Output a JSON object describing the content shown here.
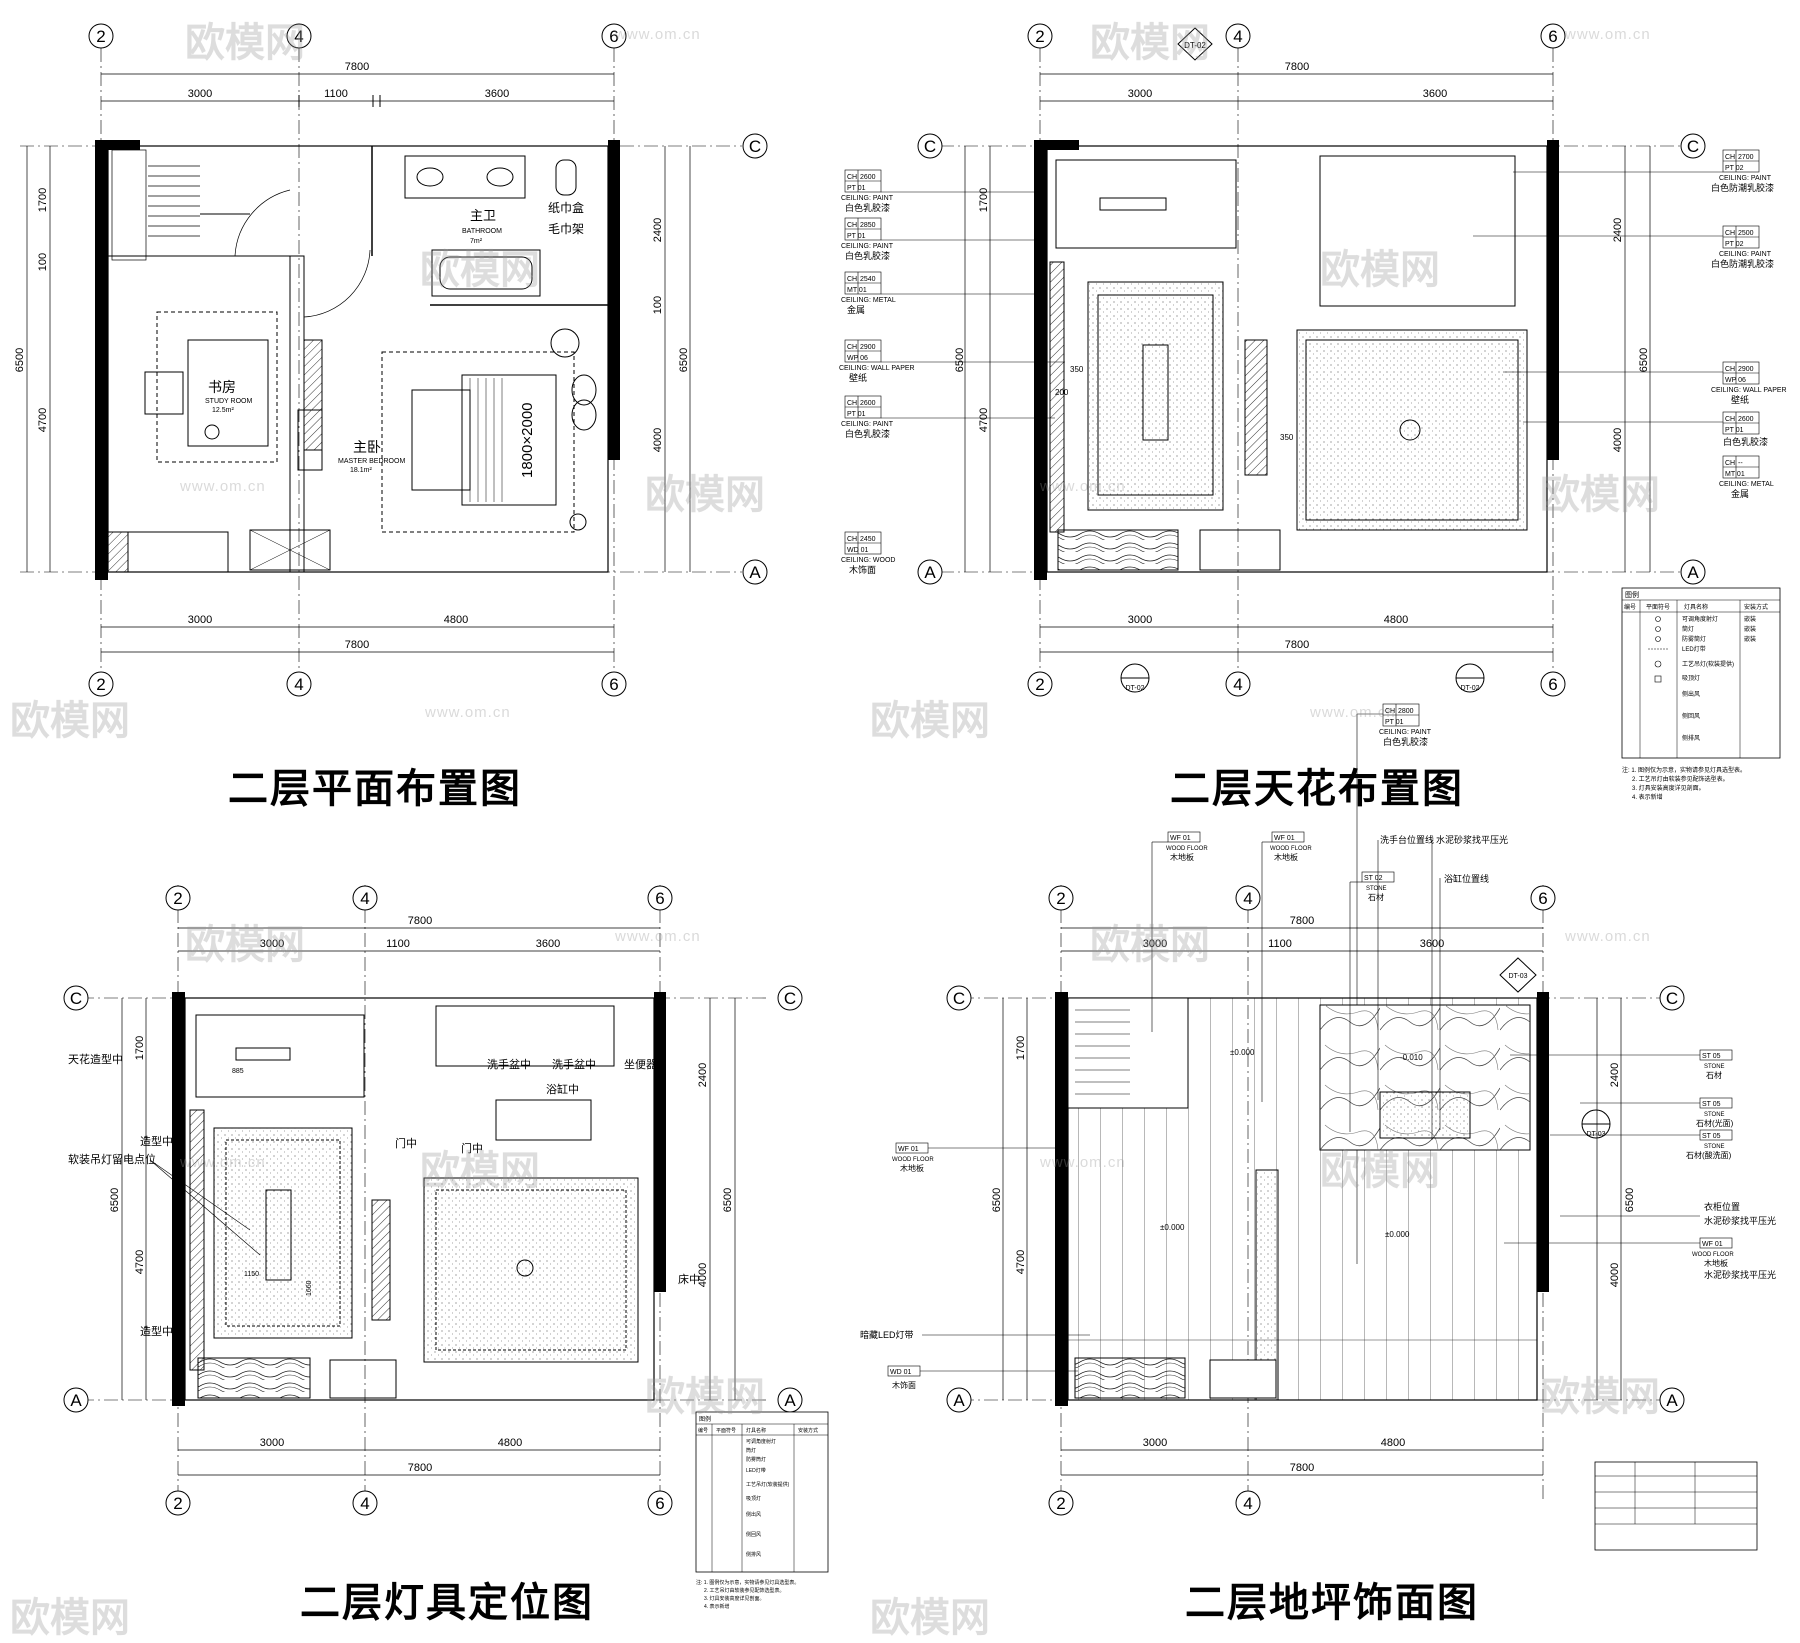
{
  "titles": {
    "plan": "二层平面布置图",
    "ceiling": "二层天花布置图",
    "lighting": "二层灯具定位图",
    "floor": "二层地坪饰面图"
  },
  "watermark": {
    "brand": "欧模网",
    "url": "www.om.cn"
  },
  "grid": {
    "g2": "2",
    "g4": "4",
    "g6": "6",
    "gC": "C",
    "gA": "A"
  },
  "dims": {
    "total": "7800",
    "d3000": "3000",
    "d1100": "1100",
    "d3600": "3600",
    "d4800": "4800",
    "d6500": "6500",
    "d1700": "1700",
    "d4700": "4700",
    "d2400": "2400",
    "d4000": "4000",
    "d100": "100"
  },
  "plan": {
    "master_bath": "主卫",
    "master_bath_en": "BATHROOM",
    "master_bath_area": "7m²",
    "tissue": "纸巾盒",
    "towel": "毛巾架",
    "study": "书房",
    "study_en": "STUDY ROOM",
    "study_area": "12.5m²",
    "master_bed": "主卧",
    "master_bed_en": "MASTER BEDROOM",
    "master_bed_area": "18.1m²",
    "bed_size": "1800×2000"
  },
  "ceiling": {
    "section_mark": "DT-02",
    "tags_left": [
      {
        "ch": "2600",
        "code": "PT 01",
        "en": "CEILING: PAINT",
        "cn": "白色乳胶漆"
      },
      {
        "ch": "2850",
        "code": "PT 01",
        "en": "CEILING: PAINT",
        "cn": "白色乳胶漆"
      },
      {
        "ch": "2540",
        "code": "MT 01",
        "en": "CEILING: METAL",
        "cn": "金属"
      },
      {
        "ch": "2900",
        "code": "WP 06",
        "en": "CEILING: WALL PAPER",
        "cn": "壁纸"
      },
      {
        "ch": "2600",
        "code": "PT 01",
        "en": "CEILING: PAINT",
        "cn": "白色乳胶漆"
      },
      {
        "ch": "2450",
        "code": "WD 01",
        "en": "CEILING: WOOD",
        "cn": "木饰面"
      }
    ],
    "tags_right": [
      {
        "ch": "2700",
        "code": "PT 02",
        "en": "CEILING: PAINT",
        "cn": "白色防潮乳胶漆"
      },
      {
        "ch": "2500",
        "code": "PT 02",
        "en": "CEILING: PAINT",
        "cn": "白色防潮乳胶漆"
      },
      {
        "ch": "2900",
        "code": "WP 06",
        "en": "CEILING: WALL PAPER",
        "cn": "壁纸"
      },
      {
        "ch": "2600",
        "code": "PT 01",
        "en": "",
        "cn": "白色乳胶漆"
      },
      {
        "ch": "--",
        "code": "MT 01",
        "en": "CEILING: METAL",
        "cn": "金属"
      }
    ],
    "tag_bottom": {
      "ch": "2800",
      "code": "PT 01",
      "en": "CEILING: PAINT",
      "cn": "白色乳胶漆"
    },
    "dim_350": "350",
    "dim_200": "200"
  },
  "legend": {
    "title": "图例",
    "headers": [
      "编号",
      "平面符号",
      "灯具名称",
      "安装方式"
    ],
    "rows": [
      {
        "name": "可调角度射灯",
        "mount": "嵌装"
      },
      {
        "name": "筒灯",
        "mount": "嵌装"
      },
      {
        "name": "防雾筒灯",
        "mount": "嵌装"
      },
      {
        "name": "LED灯带",
        "mount": ""
      },
      {
        "name": "工艺吊灯(软装提供)",
        "mount": ""
      },
      {
        "name": "吸顶灯",
        "mount": ""
      },
      {
        "name": "侧出风",
        "mount": ""
      },
      {
        "name": "侧回风",
        "mount": ""
      },
      {
        "name": "侧排风",
        "mount": ""
      }
    ],
    "notes": [
      "注: 1. 图例仅为示意，实物请参见灯具选型表。",
      "2. 工艺吊灯由软装参见配饰选型表。",
      "3. 灯具安装高度详见剖面。",
      "4. 表示新增"
    ]
  },
  "lighting": {
    "ceiling_center": "天花造型中",
    "shape_center1": "造型中",
    "soft_lamp": "软装吊灯留电点位",
    "shape_center2": "造型中",
    "basin1": "洗手盆中",
    "basin2": "洗手盆中",
    "toilet": "坐便器",
    "bathtub": "浴缸中",
    "door1": "门中",
    "door2": "门中",
    "bed": "床中",
    "d885": "885",
    "d1150": "1150",
    "d1660": "1660"
  },
  "floor": {
    "section_mark": "DT-03",
    "tags_top": [
      {
        "code": "WF 01",
        "en": "WOOD FLOOR",
        "cn": "木地板"
      },
      {
        "code": "WF 01",
        "en": "WOOD FLOOR",
        "cn": "木地板"
      },
      {
        "code": "ST 02",
        "en": "STONE",
        "cn": "石材"
      }
    ],
    "leaders_top": [
      "洗手台位置线",
      "水泥砂浆找平压光",
      "浴缸位置线"
    ],
    "tags_right": [
      {
        "code": "ST 05",
        "en": "STONE",
        "cn": "石材"
      },
      {
        "code": "ST 05",
        "en": "STONE",
        "cn": "石材(光面)"
      },
      {
        "code": "ST 05",
        "en": "STONE",
        "cn": "石材(酸洗面)"
      }
    ],
    "notes_right": [
      "衣柜位置",
      "水泥砂浆找平压光"
    ],
    "wf_right": {
      "code": "WF 01",
      "en": "WOOD FLOOR",
      "cn": "木地板"
    },
    "screed_right": "水泥砂浆找平压光",
    "wf_left": {
      "code": "WF 01",
      "en": "WOOD FLOOR",
      "cn": "木地板"
    },
    "led_strip": "暗藏LED灯带",
    "wd_left": {
      "code": "WD 01",
      "en": "",
      "cn": "木饰面"
    },
    "elev_a": "±0.000",
    "elev_b": "-0.010"
  }
}
